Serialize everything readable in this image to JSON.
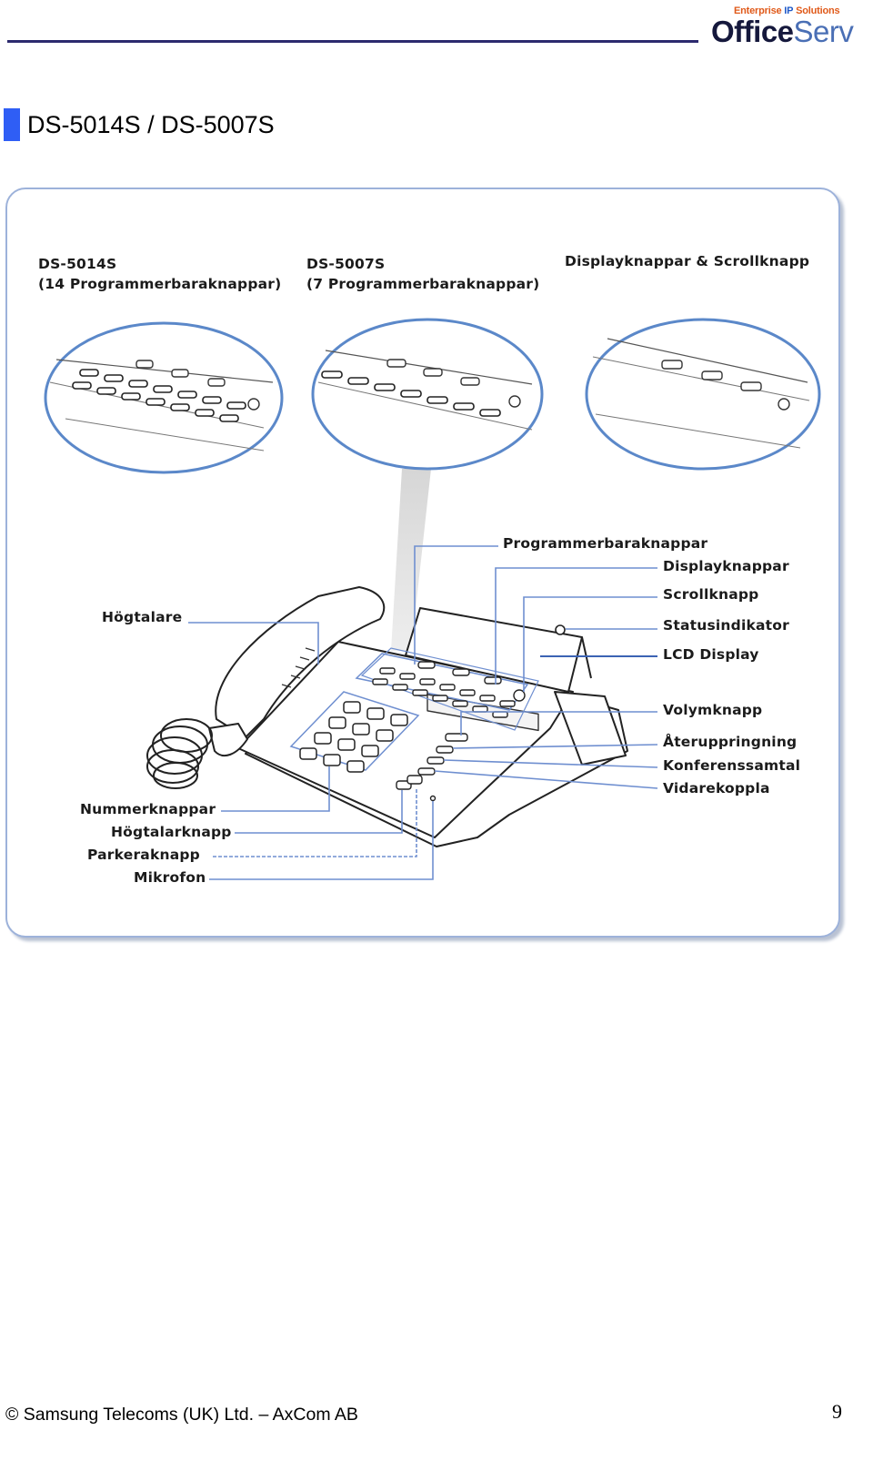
{
  "header": {
    "logo": {
      "tagline_prefix": "Enterprise",
      "tagline_ip": "IP",
      "tagline_suffix": "Solutions",
      "brand_office": "Office",
      "brand_serv": "Serv"
    }
  },
  "section": {
    "title": "DS-5014S / DS-5007S"
  },
  "figure": {
    "inset_labels": {
      "ds5014s_model": "DS-5014S",
      "ds5014s_desc": "(14 Programmerbaraknappar)",
      "ds5007s_model": "DS-5007S",
      "ds5007s_desc": "(7 Programmerbaraknappar)",
      "display_scroll": "Displayknappar & Scrollknapp"
    },
    "callouts": {
      "hogtalare": "Högtalare",
      "programmerbaraknappar": "Programmerbaraknappar",
      "displayknappar": "Displayknappar",
      "scrollknapp": "Scrollknapp",
      "statusindikator": "Statusindikator",
      "lcd_display": "LCD Display",
      "volymknapp": "Volymknapp",
      "ateruppringning": "Återuppringning",
      "konferenssamtal": "Konferenssamtal",
      "vidarekoppla": "Vidarekoppla",
      "nummerknappar": "Nummerknappar",
      "hogtalarknapp": "Högtalarknapp",
      "parkeraknapp": "Parkeraknapp",
      "mikrofon": "Mikrofon"
    },
    "colors": {
      "frame_border": "#9db2da",
      "ellipse_stroke": "#5b88c9",
      "callout_line": "#6f8fd0",
      "title_marker": "#2f5ef5"
    }
  },
  "footer": {
    "copyright": "© Samsung Telecoms (UK) Ltd. – AxCom AB",
    "page_number": "9"
  }
}
